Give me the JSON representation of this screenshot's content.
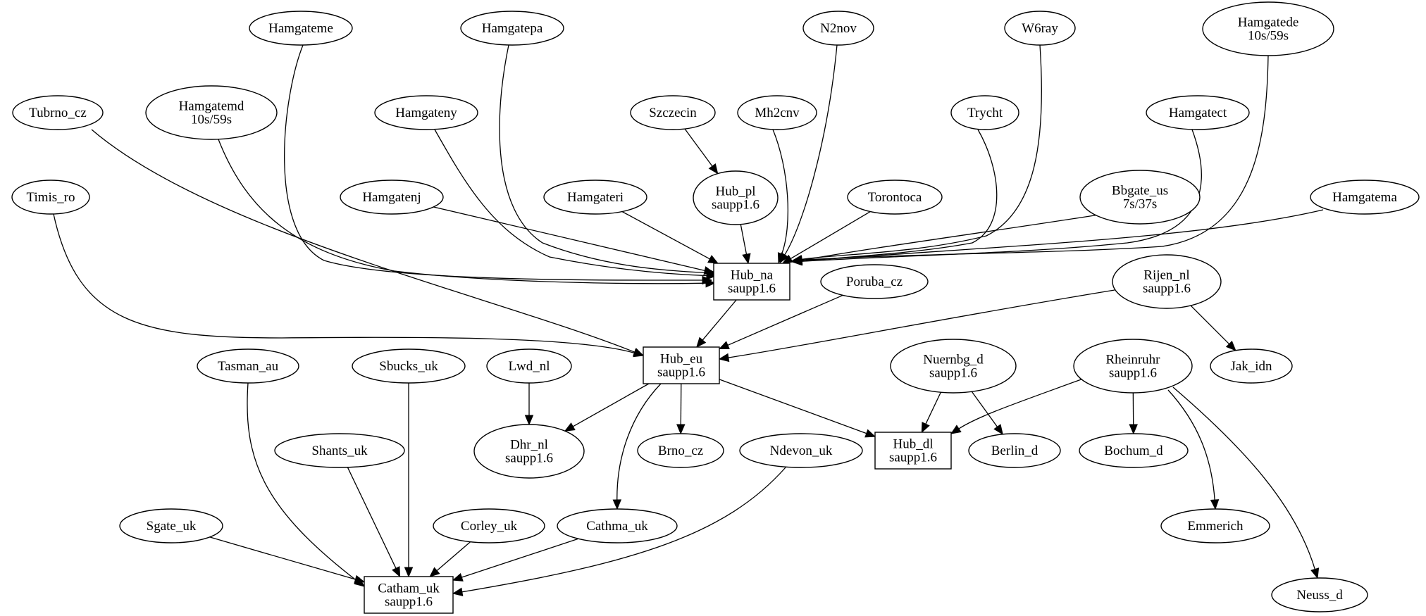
{
  "diagram": {
    "nodes": [
      {
        "id": "hamgateme",
        "lines": [
          "Hamgateme"
        ],
        "shape": "ellipse"
      },
      {
        "id": "hamgatepa",
        "lines": [
          "Hamgatepa"
        ],
        "shape": "ellipse"
      },
      {
        "id": "n2nov",
        "lines": [
          "N2nov"
        ],
        "shape": "ellipse"
      },
      {
        "id": "w6ray",
        "lines": [
          "W6ray"
        ],
        "shape": "ellipse"
      },
      {
        "id": "hamgatede",
        "lines": [
          "Hamgatede",
          "10s/59s"
        ],
        "shape": "ellipse"
      },
      {
        "id": "tubrno_cz",
        "lines": [
          "Tubrno_cz"
        ],
        "shape": "ellipse"
      },
      {
        "id": "hamgatemd",
        "lines": [
          "Hamgatemd",
          "10s/59s"
        ],
        "shape": "ellipse"
      },
      {
        "id": "hamgateny",
        "lines": [
          "Hamgateny"
        ],
        "shape": "ellipse"
      },
      {
        "id": "szczecin",
        "lines": [
          "Szczecin"
        ],
        "shape": "ellipse"
      },
      {
        "id": "mh2cnv",
        "lines": [
          "Mh2cnv"
        ],
        "shape": "ellipse"
      },
      {
        "id": "trycht",
        "lines": [
          "Trycht"
        ],
        "shape": "ellipse"
      },
      {
        "id": "hamgatect",
        "lines": [
          "Hamgatect"
        ],
        "shape": "ellipse"
      },
      {
        "id": "timis_ro",
        "lines": [
          "Timis_ro"
        ],
        "shape": "ellipse"
      },
      {
        "id": "hamgatenj",
        "lines": [
          "Hamgatenj"
        ],
        "shape": "ellipse"
      },
      {
        "id": "hamgateri",
        "lines": [
          "Hamgateri"
        ],
        "shape": "ellipse"
      },
      {
        "id": "hub_pl",
        "lines": [
          "Hub_pl",
          "saupp1.6"
        ],
        "shape": "ellipse"
      },
      {
        "id": "torontoca",
        "lines": [
          "Torontoca"
        ],
        "shape": "ellipse"
      },
      {
        "id": "bbgate_us",
        "lines": [
          "Bbgate_us",
          "7s/37s"
        ],
        "shape": "ellipse"
      },
      {
        "id": "hamgatema",
        "lines": [
          "Hamgatema"
        ],
        "shape": "ellipse"
      },
      {
        "id": "hub_na",
        "lines": [
          "Hub_na",
          "saupp1.6"
        ],
        "shape": "box"
      },
      {
        "id": "poruba_cz",
        "lines": [
          "Poruba_cz"
        ],
        "shape": "ellipse"
      },
      {
        "id": "rijen_nl",
        "lines": [
          "Rijen_nl",
          "saupp1.6"
        ],
        "shape": "ellipse"
      },
      {
        "id": "hub_eu",
        "lines": [
          "Hub_eu",
          "saupp1.6"
        ],
        "shape": "box"
      },
      {
        "id": "tasman_au",
        "lines": [
          "Tasman_au"
        ],
        "shape": "ellipse"
      },
      {
        "id": "sbucks_uk",
        "lines": [
          "Sbucks_uk"
        ],
        "shape": "ellipse"
      },
      {
        "id": "lwd_nl",
        "lines": [
          "Lwd_nl"
        ],
        "shape": "ellipse"
      },
      {
        "id": "nuernbg_d",
        "lines": [
          "Nuernbg_d",
          "saupp1.6"
        ],
        "shape": "ellipse"
      },
      {
        "id": "rheinruhr",
        "lines": [
          "Rheinruhr",
          "saupp1.6"
        ],
        "shape": "ellipse"
      },
      {
        "id": "jak_idn",
        "lines": [
          "Jak_idn"
        ],
        "shape": "ellipse"
      },
      {
        "id": "shants_uk",
        "lines": [
          "Shants_uk"
        ],
        "shape": "ellipse"
      },
      {
        "id": "dhr_nl",
        "lines": [
          "Dhr_nl",
          "saupp1.6"
        ],
        "shape": "ellipse"
      },
      {
        "id": "brno_cz",
        "lines": [
          "Brno_cz"
        ],
        "shape": "ellipse"
      },
      {
        "id": "ndevon_uk",
        "lines": [
          "Ndevon_uk"
        ],
        "shape": "ellipse"
      },
      {
        "id": "hub_dl",
        "lines": [
          "Hub_dl",
          "saupp1.6"
        ],
        "shape": "box"
      },
      {
        "id": "berlin_d",
        "lines": [
          "Berlin_d"
        ],
        "shape": "ellipse"
      },
      {
        "id": "bochum_d",
        "lines": [
          "Bochum_d"
        ],
        "shape": "ellipse"
      },
      {
        "id": "sgate_uk",
        "lines": [
          "Sgate_uk"
        ],
        "shape": "ellipse"
      },
      {
        "id": "corley_uk",
        "lines": [
          "Corley_uk"
        ],
        "shape": "ellipse"
      },
      {
        "id": "cathma_uk",
        "lines": [
          "Cathma_uk"
        ],
        "shape": "ellipse"
      },
      {
        "id": "emmerich",
        "lines": [
          "Emmerich"
        ],
        "shape": "ellipse"
      },
      {
        "id": "catham_uk",
        "lines": [
          "Catham_uk",
          "saupp1.6"
        ],
        "shape": "box"
      },
      {
        "id": "neuss_d",
        "lines": [
          "Neuss_d"
        ],
        "shape": "ellipse"
      }
    ],
    "edges": [
      {
        "from": "hamgateme",
        "to": "hub_na"
      },
      {
        "from": "hamgatepa",
        "to": "hub_na"
      },
      {
        "from": "n2nov",
        "to": "hub_na"
      },
      {
        "from": "w6ray",
        "to": "hub_na"
      },
      {
        "from": "hamgatede",
        "to": "hub_na"
      },
      {
        "from": "hamgatemd",
        "to": "hub_na"
      },
      {
        "from": "hamgateny",
        "to": "hub_na"
      },
      {
        "from": "mh2cnv",
        "to": "hub_na"
      },
      {
        "from": "trycht",
        "to": "hub_na"
      },
      {
        "from": "hamgatect",
        "to": "hub_na"
      },
      {
        "from": "hamgatenj",
        "to": "hub_na"
      },
      {
        "from": "hamgateri",
        "to": "hub_na"
      },
      {
        "from": "hub_pl",
        "to": "hub_na"
      },
      {
        "from": "torontoca",
        "to": "hub_na"
      },
      {
        "from": "bbgate_us",
        "to": "hub_na"
      },
      {
        "from": "hamgatema",
        "to": "hub_na"
      },
      {
        "from": "szczecin",
        "to": "hub_pl"
      },
      {
        "from": "tubrno_cz",
        "to": "hub_eu"
      },
      {
        "from": "timis_ro",
        "to": "hub_eu"
      },
      {
        "from": "hub_na",
        "to": "hub_eu"
      },
      {
        "from": "poruba_cz",
        "to": "hub_eu"
      },
      {
        "from": "rijen_nl",
        "to": "hub_eu"
      },
      {
        "from": "rijen_nl",
        "to": "jak_idn"
      },
      {
        "from": "hub_eu",
        "to": "dhr_nl"
      },
      {
        "from": "lwd_nl",
        "to": "dhr_nl"
      },
      {
        "from": "hub_eu",
        "to": "brno_cz"
      },
      {
        "from": "hub_eu",
        "to": "hub_dl"
      },
      {
        "from": "hub_eu",
        "to": "cathma_uk"
      },
      {
        "from": "nuernbg_d",
        "to": "hub_dl"
      },
      {
        "from": "nuernbg_d",
        "to": "berlin_d"
      },
      {
        "from": "rheinruhr",
        "to": "hub_dl"
      },
      {
        "from": "rheinruhr",
        "to": "bochum_d"
      },
      {
        "from": "rheinruhr",
        "to": "emmerich"
      },
      {
        "from": "rheinruhr",
        "to": "neuss_d"
      },
      {
        "from": "tasman_au",
        "to": "catham_uk"
      },
      {
        "from": "sbucks_uk",
        "to": "catham_uk"
      },
      {
        "from": "shants_uk",
        "to": "catham_uk"
      },
      {
        "from": "sgate_uk",
        "to": "catham_uk"
      },
      {
        "from": "corley_uk",
        "to": "catham_uk"
      },
      {
        "from": "cathma_uk",
        "to": "catham_uk"
      },
      {
        "from": "ndevon_uk",
        "to": "catham_uk"
      }
    ]
  }
}
